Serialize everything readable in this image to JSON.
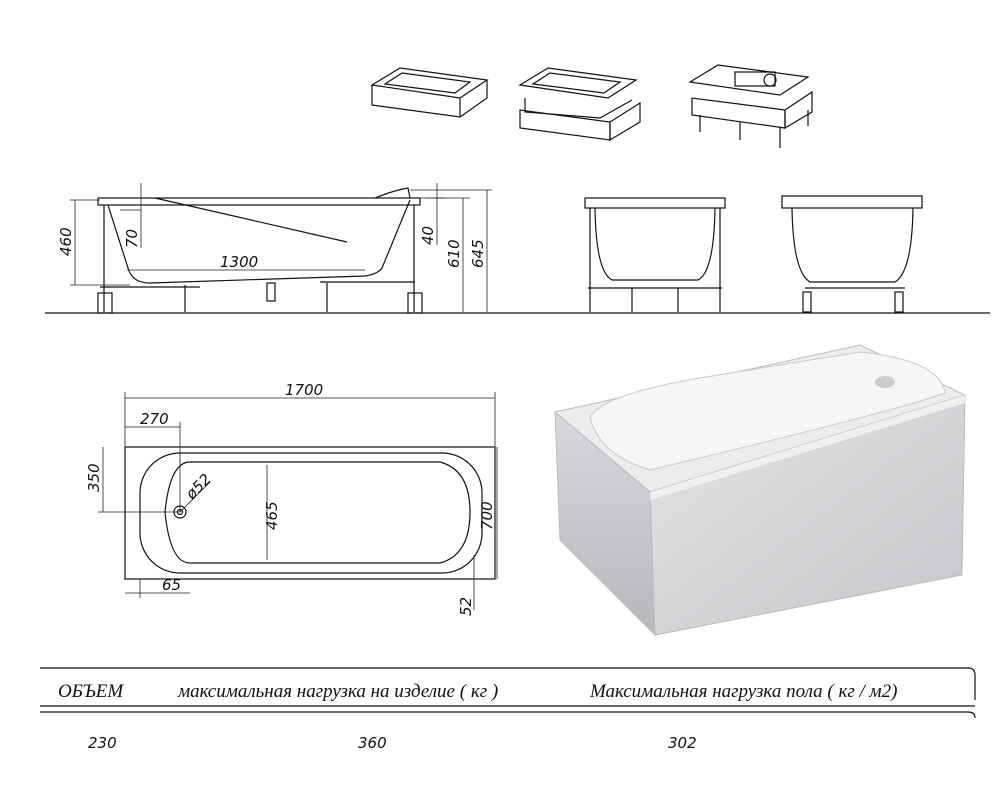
{
  "side_view": {
    "dims": {
      "depth": "460",
      "headrest": "70",
      "bottom_length": "1300",
      "rim": "40",
      "height_rim": "610",
      "height_total": "645"
    }
  },
  "top_view": {
    "dims": {
      "length": "1700",
      "drain_offset": "270",
      "drain_side": "350",
      "drain_diameter": "ø52",
      "inner_width": "465",
      "width": "700",
      "edge_offset": "65",
      "edge_width": "52"
    }
  },
  "spec_table": {
    "headers": [
      "ОБЪЕМ",
      "максимальная нагрузка на изделие ( кг )",
      "Максимальная нагрузка пола ( кг / м2)"
    ],
    "values": [
      "230",
      "360",
      "302"
    ]
  }
}
